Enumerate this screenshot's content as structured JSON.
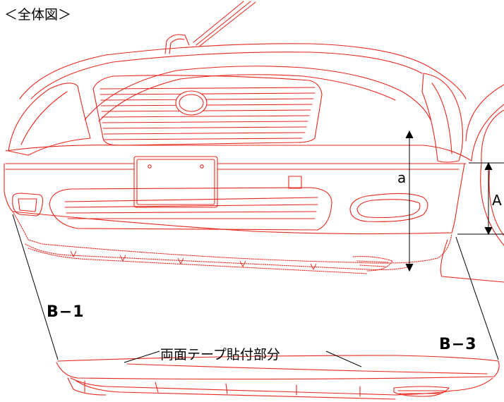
{
  "title": "＜全体図＞",
  "dimension_labels": {
    "small_a": "a",
    "large_a": "A"
  },
  "part_labels": {
    "left": "B−1",
    "right": "B−3"
  },
  "callout": "両面テープ貼付部分",
  "colors": {
    "outline": "#e8281e",
    "annotation": "#000000",
    "background": "#ffffff"
  }
}
